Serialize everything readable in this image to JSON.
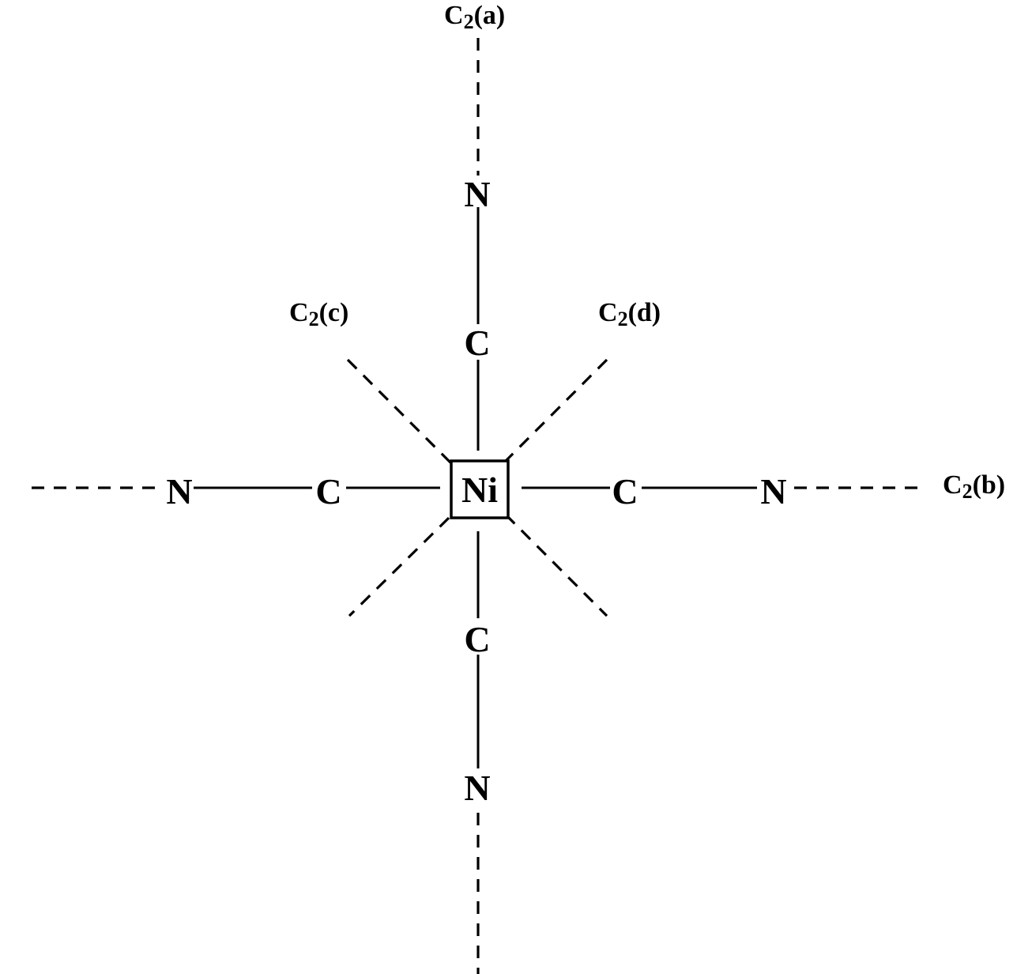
{
  "center_atom": "Ni",
  "ligands": {
    "top": {
      "inner": "C",
      "outer": "N"
    },
    "bottom": {
      "inner": "C",
      "outer": "N"
    },
    "left": {
      "inner": "C",
      "outer": "N"
    },
    "right": {
      "inner": "C",
      "outer": "N"
    }
  },
  "axes": {
    "a": {
      "symbol": "C",
      "order": "2",
      "tag": "(a)"
    },
    "b": {
      "symbol": "C",
      "order": "2",
      "tag": "(b)"
    },
    "c": {
      "symbol": "C",
      "order": "2",
      "tag": "(c)"
    },
    "d": {
      "symbol": "C",
      "order": "2",
      "tag": "(d)"
    }
  }
}
